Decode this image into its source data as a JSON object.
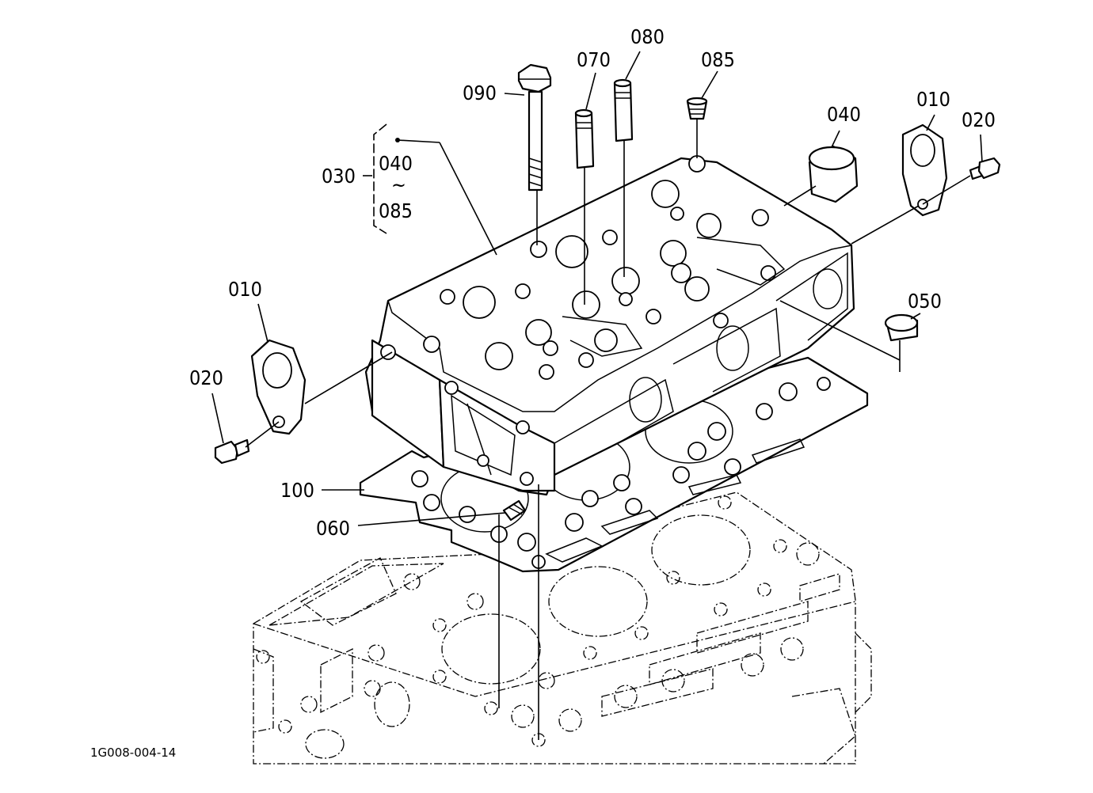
{
  "diagram": {
    "drawing_code": "1G008-004-14",
    "callouts": {
      "p010_right": "010",
      "p020_right": "020",
      "p040": "040",
      "p050": "050",
      "p070": "070",
      "p080": "080",
      "p085": "085",
      "p090": "090",
      "p030": "030",
      "p010_left": "010",
      "p020_left": "020",
      "p100": "100",
      "p060": "060"
    },
    "assembly_group": {
      "from": "040",
      "tilde": "~",
      "to": "085"
    }
  }
}
